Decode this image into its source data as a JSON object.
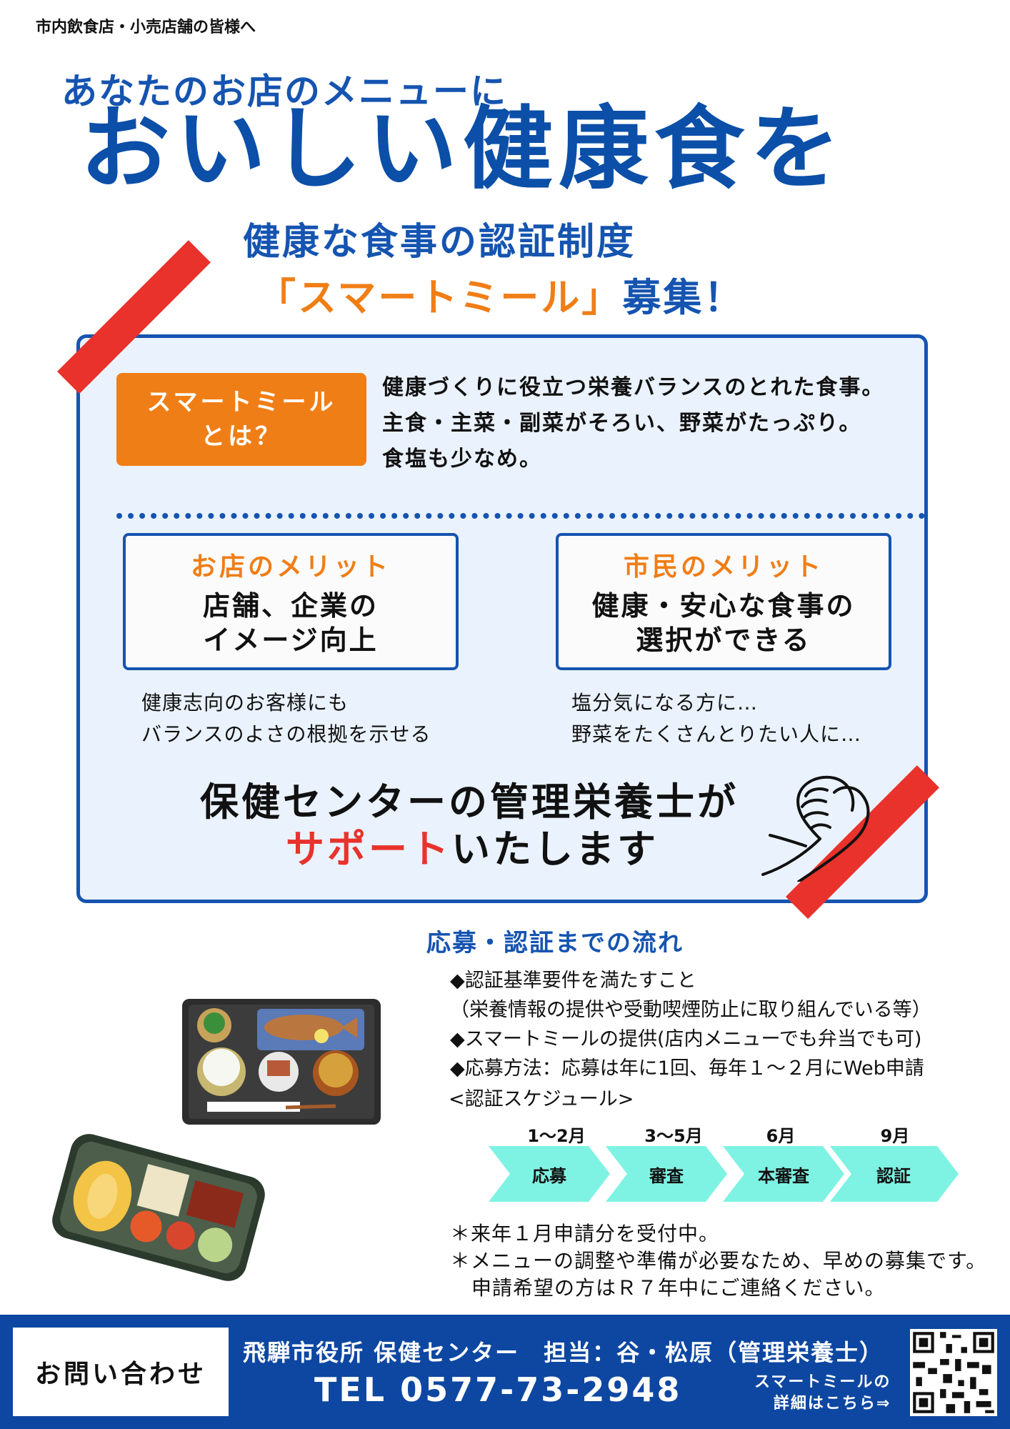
{
  "top_note": "市内飲食店・小売店舗の皆様へ",
  "headline": {
    "sub": "あなたのお店のメニューに",
    "main": "おいしい健康食を"
  },
  "certification_line": "健康な食事の認証制度",
  "recruit": {
    "name": "「スマートミール」",
    "suffix": "募集！"
  },
  "about": {
    "badge_line1": "スマートミール",
    "badge_line2": "とは？",
    "text_lines": [
      "健康づくりに役立つ栄養バランスのとれた食事。",
      "主食・主菜・副菜がそろい、野菜がたっぷり。",
      "食塩も少なめ。"
    ]
  },
  "merits": {
    "shop": {
      "title": "お店のメリット",
      "body_line1": "店舗、企業の",
      "body_line2": "イメージ向上",
      "note_line1": "健康志向のお客様にも",
      "note_line2": "バランスのよさの根拠を示せる"
    },
    "citizen": {
      "title": "市民のメリット",
      "body_line1": "健康・安心な食事の",
      "body_line2": "選択ができる",
      "note_line1": "塩分気になる方に…",
      "note_line2": "野菜をたくさんとりたい人に…"
    }
  },
  "support": {
    "line1": "保健センターの管理栄養士が",
    "highlight": "サポート",
    "line2_rest": "いたします"
  },
  "flow": {
    "title": "応募・認証までの流れ",
    "items": [
      "◆認証基準要件を満たすこと",
      "（栄養情報の提供や受動喫煙防止に取り組んでいる等）",
      "◆スマートミールの提供(店内メニューでも弁当でも可)",
      "◆応募方法：応募は年に1回、毎年１～２月にWeb申請"
    ],
    "schedule_label": "<認証スケジュール>",
    "schedule": [
      {
        "month": "1～2月",
        "label": "応募"
      },
      {
        "month": "3～5月",
        "label": "審査"
      },
      {
        "month": "6月",
        "label": "本審査"
      },
      {
        "month": "9月",
        "label": "認証"
      }
    ],
    "chevron_color": "#7ef3e3"
  },
  "notes": {
    "line1": "＊来年１月申請分を受付中。",
    "line2": "＊メニューの調整や準備が必要なため、早めの募集です。",
    "line3": "申請希望の方はＲ７年中にご連絡ください。"
  },
  "footer": {
    "contact": "お問い合わせ",
    "org": "飛騨市役所 保健センター　担当：谷・松原（管理栄養士）",
    "tel": "TEL 0577-73-2948",
    "qr_note_line1": "スマートミールの",
    "qr_note_line2": "詳細はこちら⇒"
  },
  "colors": {
    "primary_blue": "#1554b0",
    "accent_orange": "#f07e16",
    "ribbon_red": "#e8322b",
    "panel_bg": "#eaf2fd"
  }
}
